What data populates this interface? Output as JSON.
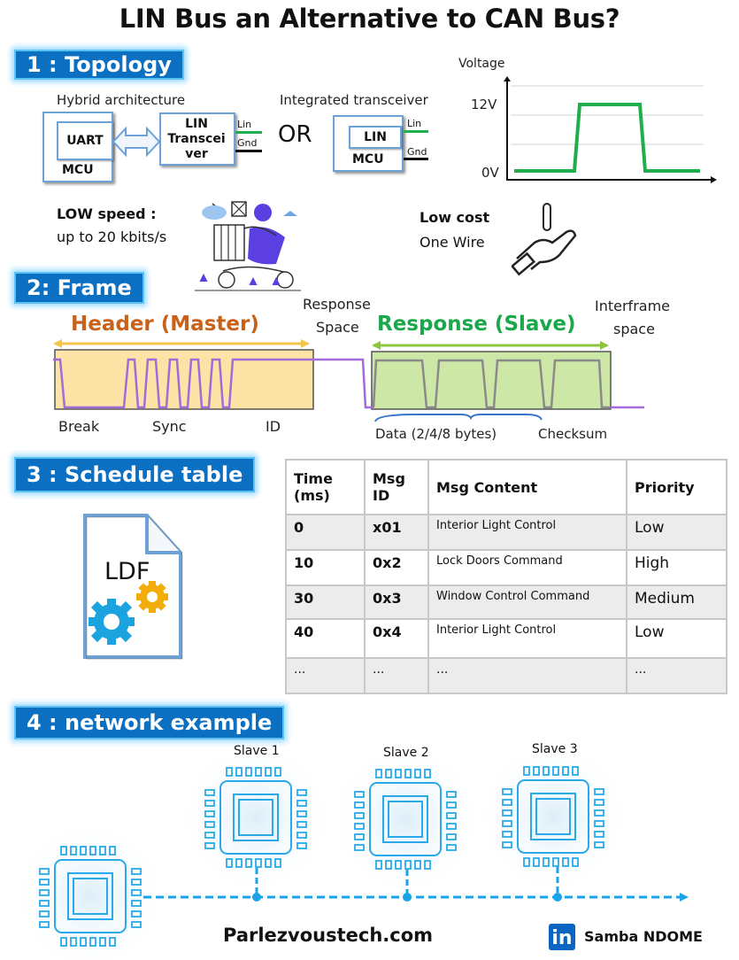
{
  "title": "LIN Bus an Alternative to CAN Bus?",
  "sections": {
    "topology": {
      "banner": "1 : Topology",
      "hybrid_label": "Hybrid architecture",
      "integrated_label": "Integrated transceiver",
      "or_label": "OR",
      "hybrid": {
        "uart": "UART",
        "mcu": "MCU",
        "transceiver": "LIN Transcei ver",
        "lin_wire": "Lin",
        "gnd_wire": "Gnd"
      },
      "integrated": {
        "lin": "LIN",
        "mcu": "MCU",
        "lin_wire": "Lin",
        "gnd_wire": "Gnd"
      },
      "voltage_chart": {
        "ylabel": "Voltage",
        "high_label": "12V",
        "low_label": "0V",
        "line_color": "#1fae4b"
      },
      "speed_title": "LOW speed :",
      "speed_value": "up to 20 kbits/s",
      "cost_title": "Low cost",
      "cost_value": "One Wire"
    },
    "frame": {
      "banner": "2: Frame",
      "header_title": "Header (Master)",
      "header_color": "#c8621a",
      "response_title": "Response (Slave)",
      "response_color": "#1aa84b",
      "response_space": "Response Space",
      "response_space_line1": "Response",
      "response_space_line2": "Space",
      "interframe_line1": "Interframe",
      "interframe_line2": "space",
      "break": "Break",
      "sync": "Sync",
      "id": "ID",
      "data": "Data (2/4/8 bytes)",
      "checksum": "Checksum"
    },
    "schedule": {
      "banner": "3 : Schedule table",
      "file_label": "LDF",
      "columns": [
        "Time (ms)",
        "Msg ID",
        "Msg Content",
        "Priority"
      ],
      "col_time_1": "Time",
      "col_time_2": "(ms)",
      "col_id_1": "Msg",
      "col_id_2": "ID",
      "rows": [
        {
          "time": "0",
          "id": "x01",
          "content": "Interior Light Control",
          "priority": "Low"
        },
        {
          "time": "10",
          "id": "0x2",
          "content": "Lock Doors Command",
          "priority": "High"
        },
        {
          "time": "30",
          "id": "0x3",
          "content": "Window Control Command",
          "priority": "Medium"
        },
        {
          "time": "40",
          "id": "0x4",
          "content": "Interior Light Control",
          "priority": "Low"
        },
        {
          "time": "...",
          "id": "...",
          "content": "...",
          "priority": "..."
        }
      ]
    },
    "network": {
      "banner": "4 : network example",
      "slaves": [
        "Slave 1",
        "Slave 2",
        "Slave 3"
      ],
      "accent": "#29a9e8"
    }
  },
  "footer": {
    "site": "Parlezvoustech.com",
    "linkedin_icon": "in",
    "author": "Samba NDOME"
  }
}
